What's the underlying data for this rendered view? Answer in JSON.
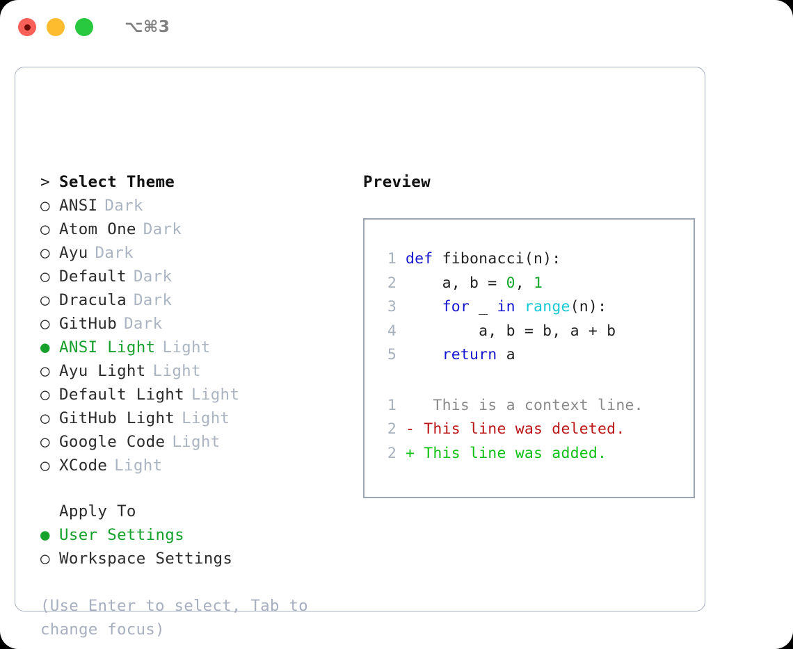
{
  "window": {
    "shortcut_label": "⌥⌘3",
    "traffic_lights": [
      {
        "name": "close",
        "color": "#fb6058"
      },
      {
        "name": "minimize",
        "color": "#fdbc2e"
      },
      {
        "name": "maximize",
        "color": "#28c83f"
      }
    ]
  },
  "theme_picker": {
    "heading_marker": ">",
    "heading": "Select Theme",
    "items": [
      {
        "marker": "○",
        "label": "ANSI",
        "tag": "Dark",
        "selected": false
      },
      {
        "marker": "○",
        "label": "Atom One",
        "tag": "Dark",
        "selected": false
      },
      {
        "marker": "○",
        "label": "Ayu",
        "tag": "Dark",
        "selected": false
      },
      {
        "marker": "○",
        "label": "Default",
        "tag": "Dark",
        "selected": false
      },
      {
        "marker": "○",
        "label": "Dracula",
        "tag": "Dark",
        "selected": false
      },
      {
        "marker": "○",
        "label": "GitHub",
        "tag": "Dark",
        "selected": false
      },
      {
        "marker": "●",
        "label": "ANSI Light",
        "tag": "Light",
        "selected": true
      },
      {
        "marker": "○",
        "label": "Ayu Light",
        "tag": "Light",
        "selected": false
      },
      {
        "marker": "○",
        "label": "Default Light",
        "tag": "Light",
        "selected": false
      },
      {
        "marker": "○",
        "label": "GitHub Light",
        "tag": "Light",
        "selected": false
      },
      {
        "marker": "○",
        "label": "Google Code",
        "tag": "Light",
        "selected": false
      },
      {
        "marker": "○",
        "label": "XCode",
        "tag": "Light",
        "selected": false
      }
    ]
  },
  "apply_to": {
    "heading": "Apply To",
    "items": [
      {
        "marker": "●",
        "label": "User Settings",
        "selected": true
      },
      {
        "marker": "○",
        "label": "Workspace Settings",
        "selected": false
      }
    ]
  },
  "hint": "(Use Enter to select, Tab to change focus)",
  "preview": {
    "title": "Preview",
    "code_lines": [
      {
        "n": "1",
        "tokens": [
          {
            "t": "def",
            "c": "kw"
          },
          {
            "t": " fibonacci(n):",
            "c": "txt"
          }
        ]
      },
      {
        "n": "2",
        "tokens": [
          {
            "t": "    a, b = ",
            "c": "txt"
          },
          {
            "t": "0",
            "c": "num"
          },
          {
            "t": ", ",
            "c": "txt"
          },
          {
            "t": "1",
            "c": "num"
          }
        ]
      },
      {
        "n": "3",
        "tokens": [
          {
            "t": "    ",
            "c": "txt"
          },
          {
            "t": "for",
            "c": "kw"
          },
          {
            "t": " _ ",
            "c": "txt"
          },
          {
            "t": "in",
            "c": "kw"
          },
          {
            "t": " ",
            "c": "txt"
          },
          {
            "t": "range",
            "c": "fn"
          },
          {
            "t": "(n):",
            "c": "txt"
          }
        ]
      },
      {
        "n": "4",
        "tokens": [
          {
            "t": "        a, b = b, a + b",
            "c": "txt"
          }
        ]
      },
      {
        "n": "5",
        "tokens": [
          {
            "t": "    ",
            "c": "txt"
          },
          {
            "t": "return",
            "c": "kw"
          },
          {
            "t": " a",
            "c": "txt"
          }
        ]
      }
    ],
    "diff_lines": [
      {
        "n": "1",
        "sign": " ",
        "text": "  This is a context line.",
        "kind": "ctx"
      },
      {
        "n": "2",
        "sign": "-",
        "text": " This line was deleted.",
        "kind": "del"
      },
      {
        "n": "2",
        "sign": "+",
        "text": " This line was added.",
        "kind": "add"
      }
    ]
  },
  "colors": {
    "accent_green": "#16a02c",
    "keyword_blue": "#1616d0",
    "function_cyan": "#14c8d4",
    "number_green": "#16a82c",
    "diff_delete_red": "#bb1414",
    "diff_add_green": "#0ec214",
    "muted_gray": "#abb4c2",
    "border_gray": "#9ba5b4"
  }
}
